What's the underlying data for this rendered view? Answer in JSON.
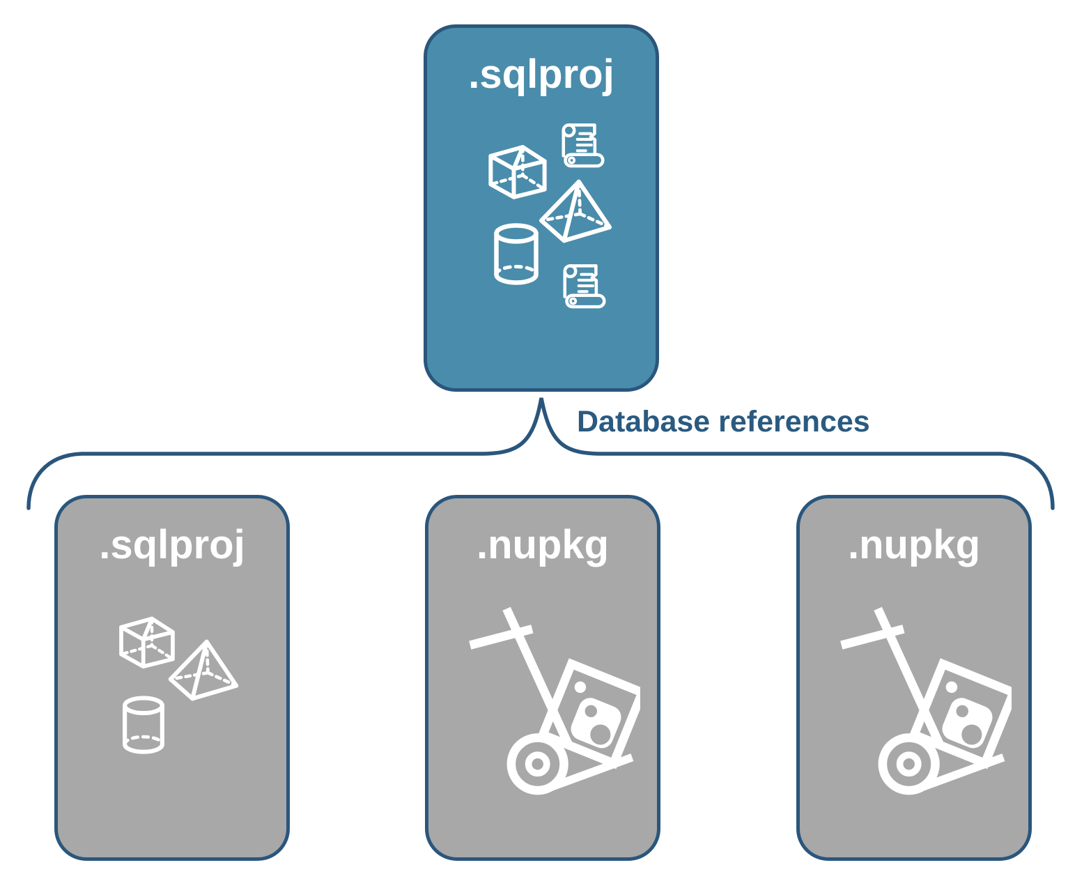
{
  "colors": {
    "accent_blue_fill": "#4a8cab",
    "outline_navy": "#2a567c",
    "label_navy": "#2a5a80",
    "reference_gray_fill": "#a8a8a8",
    "icon_and_title_white": "#ffffff",
    "background": "#ffffff"
  },
  "root_box": {
    "label": ".sqlproj",
    "icons": [
      "cube-icon",
      "scroll-icon",
      "pyramid-icon",
      "database-cylinder-icon",
      "scroll-icon"
    ]
  },
  "connector": {
    "label": "Database references",
    "shape": "horizontal-curly-brace"
  },
  "reference_boxes": [
    {
      "label": ".sqlproj",
      "icons": [
        "cube-icon",
        "pyramid-icon",
        "database-cylinder-icon"
      ]
    },
    {
      "label": ".nupkg",
      "icons": [
        "nuget-package-dolly-icon"
      ]
    },
    {
      "label": ".nupkg",
      "icons": [
        "nuget-package-dolly-icon"
      ]
    }
  ]
}
